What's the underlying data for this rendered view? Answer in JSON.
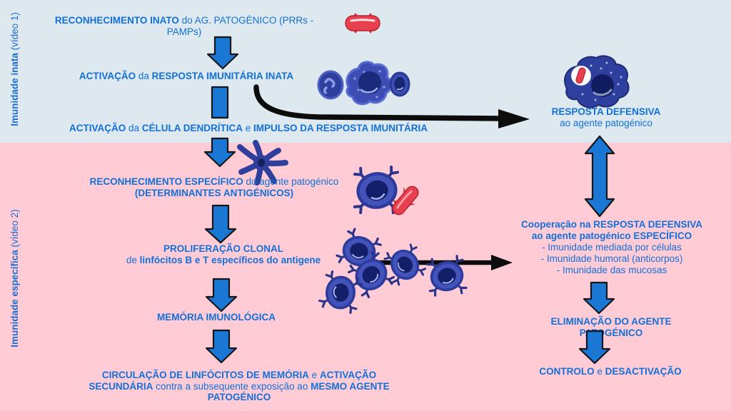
{
  "sidebar": {
    "innate_bold": "Imunidade inata",
    "innate_regular": " (vídeo 1)",
    "specific_bold": "Imunidade específica",
    "specific_regular": " (vídeo 2)"
  },
  "flow_left": {
    "step1": {
      "l1b": "RECONHECIMENTO INATO",
      "l1r": " do AG. PATOGÉNICO (PRRs -",
      "l2r": "PAMPs)"
    },
    "step2": {
      "b1": "ACTIVAÇÃO",
      "r1": " da ",
      "b2": "RESPOSTA IMUNITÁRIA INATA"
    },
    "step3": {
      "b1": "ACTIVAÇÃO",
      "r1": " da ",
      "b2": "CÉLULA DENDRÍTICA",
      "r2": " e ",
      "b3": "IMPULSO DA RESPOSTA IMUNITÁRIA"
    },
    "step4": {
      "l1b": "RECONHECIMENTO ESPECÍFICO",
      "l1r": " do agente patogénico",
      "l2b": "(DETERMINANTES ANTIGÉNICOS)"
    },
    "step5": {
      "l1b": "PROLIFERAÇÃO CLONAL",
      "l2r": "de ",
      "l2b": "linfócitos B e T específicos do antigene"
    },
    "step6": {
      "b1": "MEMÓRIA IMUNOLÓGICA"
    },
    "step7": {
      "l1b1": "CIRCULAÇÃO DE LINFÓCITOS DE MEMÓRIA",
      "l1r": " e ",
      "l1b2": "ACTIVAÇÃO",
      "l2b1": "SECUNDÁRIA",
      "l2r": " contra a subsequente exposição ao ",
      "l2b2": "MESMO AGENTE",
      "l3b": "PATOGÉNICO"
    }
  },
  "flow_right": {
    "step1": {
      "b": "RESPOSTA DEFENSIVA",
      "r": "ao agente patogénico"
    },
    "step2": {
      "l1b": "Cooperação na RESPOSTA DEFENSIVA",
      "l2b": "ao agente patogénico ESPECÍFICO",
      "items": [
        "- Imunidade mediada por células",
        "- Imunidade humoral (anticorpos)",
        "- Imunidade das mucosas"
      ]
    },
    "step3": {
      "l1b": "ELIMINAÇÃO DO AGENTE",
      "l2b": "PATOGÉNICO"
    },
    "step4": {
      "b1": "CONTROLO",
      "r1": " e ",
      "b2": "DESACTIVAÇÃO"
    }
  },
  "icons": {
    "pathogen_capsule": "bacterium-capsule-icon",
    "neutrophil": "neutrophil-cell-icon",
    "macrophage": "macrophage-cell-icon",
    "monocyte": "monocyte-cell-icon",
    "phagocytosis": "macrophage-engulfing-bacterium-icon",
    "dendritic": "dendritic-cell-icon",
    "lymphocyte": "lymphocyte-cell-icon",
    "rod_bacterium": "bacterium-rod-icon",
    "flow_arrows": "down-arrow-icon",
    "double_arrow": "double-headed-arrow-icon",
    "curved_arrow": "curved-right-arrow-icon",
    "straight_arrow": "right-arrow-icon"
  },
  "colors": {
    "innate_bg": "#dde9ee",
    "specific_bg": "#ffccd6",
    "text_blue": "#1270d8",
    "arrow_blue_fill": "#1b77d4",
    "arrow_outline": "#14161a",
    "black_arrow": "#0c0c0c",
    "cell_navy": "#2e3f9e",
    "pathogen_red": "#e7404f"
  }
}
